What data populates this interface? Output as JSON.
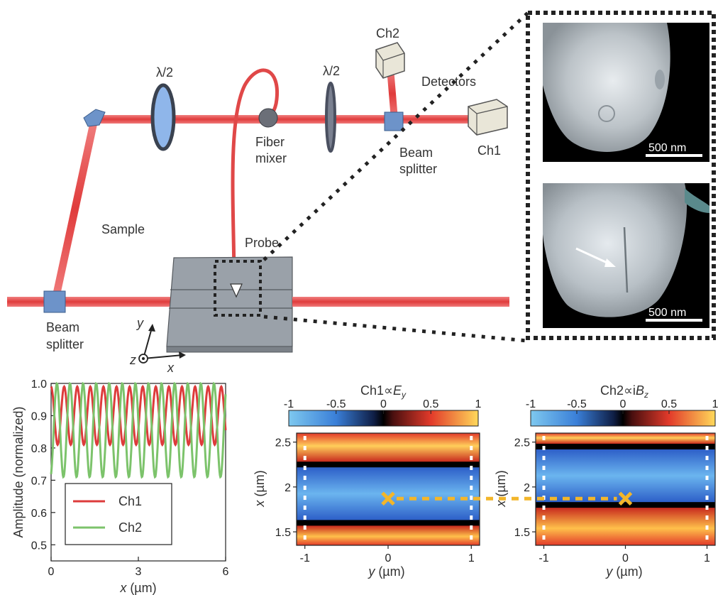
{
  "setup": {
    "labels": {
      "lambda_half_1": "λ/2",
      "lambda_half_2": "λ/2",
      "fiber_mixer_1": "Fiber",
      "fiber_mixer_2": "mixer",
      "ch2": "Ch2",
      "detectors": "Detectors",
      "ch1": "Ch1",
      "beam_splitter_top_1": "Beam",
      "beam_splitter_top_2": "splitter",
      "sample": "Sample",
      "probe": "Probe",
      "beam_splitter_left_1": "Beam",
      "beam_splitter_left_2": "splitter",
      "axis_y": "y",
      "axis_z": "z",
      "axis_x": "x"
    },
    "sem_scale_top": "500 nm",
    "sem_scale_bottom": "500 nm",
    "colors": {
      "beam": "#e84a4a",
      "splitter": "#6d93c9",
      "sample": "#9aa1a9"
    }
  },
  "chart_data": [
    {
      "type": "line",
      "xlabel_var": "x",
      "xlabel_unit": " (µm)",
      "ylabel": "Amplitude (normalized)",
      "xlim": [
        0,
        6
      ],
      "ylim": [
        0.45,
        1.0
      ],
      "xticks": [
        "0",
        "3",
        "6"
      ],
      "yticks": [
        "0.5",
        "0.6",
        "0.7",
        "0.8",
        "0.9",
        "1.0"
      ],
      "legend_position": "bottom-left",
      "series": [
        {
          "name": "Ch1",
          "color": "#dd3b3b",
          "period": 0.45,
          "min": 0.81,
          "max": 0.99
        },
        {
          "name": "Ch2",
          "color": "#7cc36b",
          "period": 0.45,
          "min": 0.71,
          "max": 1.0,
          "phase": 0.2
        }
      ]
    },
    {
      "type": "heatmap",
      "colorbar_label_prefix": "Ch1∝",
      "colorbar_label_var": "E",
      "colorbar_label_sub": "y",
      "colorbar_ticks": [
        "-1",
        "-0.5",
        "0",
        "0.5",
        "1"
      ],
      "colorbar_range": [
        -1,
        1
      ],
      "xlabel_var": "y",
      "xlabel_unit": " (µm)",
      "ylabel_var": "x",
      "ylabel_unit": " (µm)",
      "xticks": [
        "-1",
        "0",
        "1"
      ],
      "yticks": [
        "2.5",
        "2",
        "1.5"
      ],
      "xlim": [
        -1.1,
        1.1
      ],
      "ylim": [
        1.35,
        2.6
      ],
      "marker": {
        "x": 0,
        "y": 1.87
      },
      "bands": [
        {
          "from": 2.25,
          "to": 2.6,
          "sign": 1
        },
        {
          "from": 1.6,
          "to": 2.25,
          "sign": -1
        },
        {
          "from": 1.35,
          "to": 1.6,
          "sign": 1
        }
      ]
    },
    {
      "type": "heatmap",
      "colorbar_label_prefix": "Ch2∝i",
      "colorbar_label_var": "B",
      "colorbar_label_sub": "z",
      "colorbar_ticks": [
        "-1",
        "-0.5",
        "0",
        "0.5",
        "1"
      ],
      "colorbar_range": [
        -1,
        1
      ],
      "xlabel_var": "y",
      "xlabel_unit": " (µm)",
      "ylabel_var": "x",
      "ylabel_unit": " (µm)",
      "xticks": [
        "-1",
        "0",
        "1"
      ],
      "yticks": [
        "2.5",
        "2",
        "1.5"
      ],
      "xlim": [
        -1.1,
        1.1
      ],
      "ylim": [
        1.35,
        2.6
      ],
      "marker": {
        "x": 0,
        "y": 1.87
      },
      "bands": [
        {
          "from": 2.45,
          "to": 2.6,
          "sign": 1
        },
        {
          "from": 1.8,
          "to": 2.45,
          "sign": -1
        },
        {
          "from": 1.35,
          "to": 1.8,
          "sign": 1
        }
      ]
    }
  ]
}
